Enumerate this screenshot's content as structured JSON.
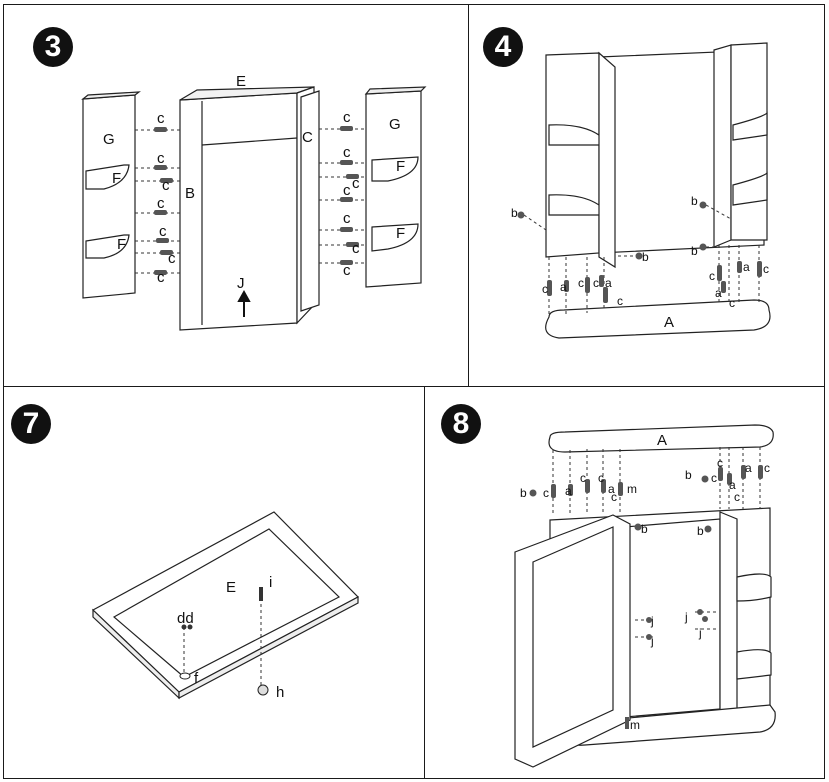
{
  "steps": [
    {
      "number": "3"
    },
    {
      "number": "4"
    },
    {
      "number": "7"
    },
    {
      "number": "8"
    }
  ],
  "labels": {
    "p3": {
      "E": "E",
      "G_left": "G",
      "G_right": "G",
      "F1": "F",
      "F2": "F",
      "F3": "F",
      "F4": "F",
      "B": "B",
      "C": "C",
      "J": "J",
      "c": "c"
    },
    "p4": {
      "A": "A",
      "b": "b",
      "c": "c",
      "a": "a"
    },
    "p7": {
      "E": "E",
      "i": "i",
      "dd": "dd",
      "f": "f",
      "h": "h"
    },
    "p8": {
      "A": "A",
      "b": "b",
      "c": "c",
      "a": "a",
      "m": "m",
      "j": "j"
    }
  }
}
